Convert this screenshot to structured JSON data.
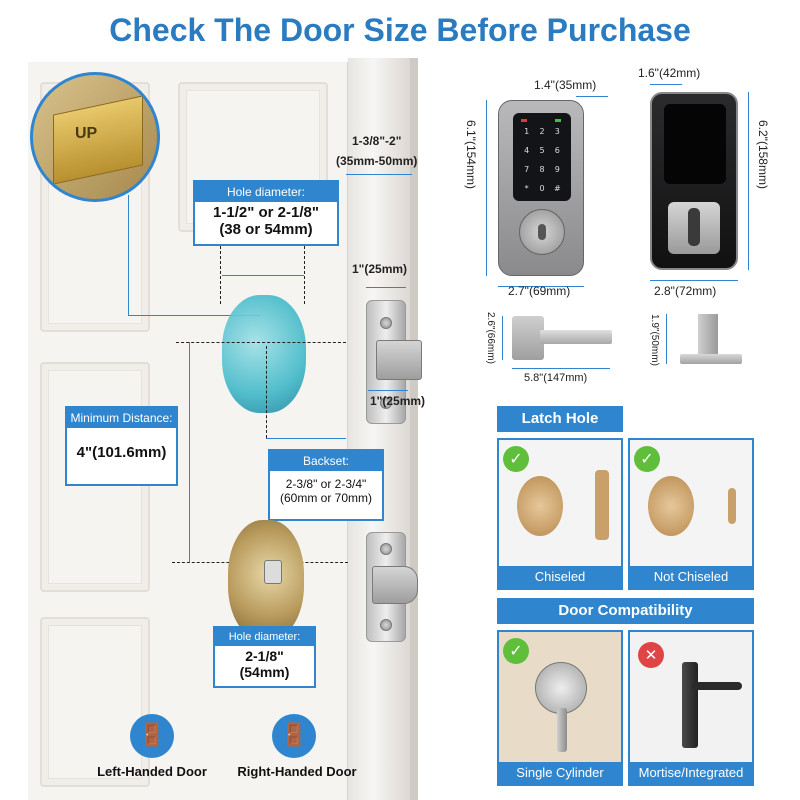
{
  "title": "Check The Door Size Before Purchase",
  "door_thickness": {
    "label": "1-3/8\"-2\"",
    "metric": "(35mm-50mm)"
  },
  "zoom_marker": "UP",
  "hole_top": {
    "head": "Hole diameter:",
    "line1": "1-1/2\" or 2-1/8\"",
    "line2": "(38 or 54mm)"
  },
  "min_distance": {
    "head": "Minimum Distance:",
    "value": "4\"(101.6mm)"
  },
  "backset": {
    "head": "Backset:",
    "line1": "2-3/8\" or 2-3/4\"",
    "line2": "(60mm or 70mm)"
  },
  "hole_bottom": {
    "head": "Hole diameter:",
    "line1": "2-1/8\"",
    "line2": "(54mm)"
  },
  "latch_top_dim": "1\"(25mm)",
  "latch_bottom_dim": "1\"(25mm)",
  "handed": [
    {
      "label": "Left-Handed Door",
      "icon": "left-handed-door-icon"
    },
    {
      "label": "Right-Handed Door",
      "icon": "right-handed-door-icon"
    }
  ],
  "exterior": {
    "width_top": "1.4\"(35mm)",
    "height": "6.1\"(154mm)",
    "width_bottom": "2.7\"(69mm)"
  },
  "interior": {
    "depth_top": "1.6\"(42mm)",
    "height": "6.2\"(158mm)",
    "width_bottom": "2.8\"(72mm)"
  },
  "lever": {
    "height": "2.6\"(66mm)",
    "width": "5.8\"(147mm)"
  },
  "deadbolt": {
    "height": "1.9\"(50mm)"
  },
  "keypad_keys": [
    "1",
    "2",
    "3",
    "4",
    "5",
    "6",
    "7",
    "8",
    "9",
    "*",
    "0",
    "#"
  ],
  "latch_hole": {
    "title": "Latch Hole",
    "cards": [
      {
        "label": "Chiseled",
        "status": "check"
      },
      {
        "label": "Not Chiseled",
        "status": "check"
      }
    ]
  },
  "compat": {
    "title": "Door Compatibility",
    "cards": [
      {
        "label": "Single Cylinder",
        "status": "check"
      },
      {
        "label": "Mortise/Integrated",
        "status": "cross"
      }
    ]
  },
  "colors": {
    "accent": "#2f86cf",
    "title": "#2b7bc0",
    "check": "#5fbf3a",
    "cross": "#e04545"
  }
}
